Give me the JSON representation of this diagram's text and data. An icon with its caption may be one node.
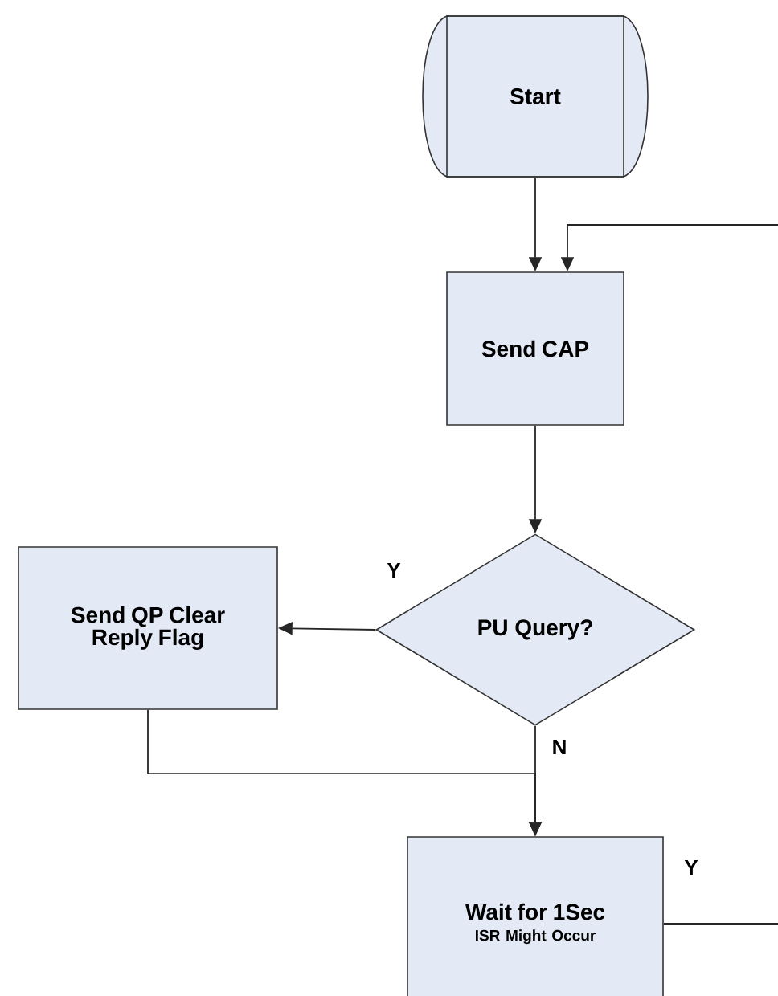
{
  "diagram": {
    "nodes": [
      {
        "text": [
          "Start"
        ]
      },
      {
        "text": [
          "Send CAP"
        ]
      },
      {
        "text": [
          "PU Query?"
        ]
      },
      {
        "text": [
          "Send QP Clear Reply Flag"
        ]
      },
      {
        "text": [
          "Wait for 1Sec",
          "ISR Might Occur"
        ]
      }
    ],
    "edges": [
      {
        "from": 0,
        "to": 1,
        "arrow": "to"
      },
      {
        "from": null,
        "to": 1,
        "arrow": "to"
      },
      {
        "from": 1,
        "to": 2,
        "arrow": "to"
      },
      {
        "from": 2,
        "to": 3,
        "arrow": "to",
        "label": "Y"
      },
      {
        "from": 2,
        "to": 4,
        "arrow": "to",
        "label": "N"
      },
      {
        "from": 3,
        "to": 4,
        "arrow": "to"
      },
      {
        "from": 4,
        "to": null,
        "arrow": "none",
        "label": "Y"
      }
    ]
  }
}
